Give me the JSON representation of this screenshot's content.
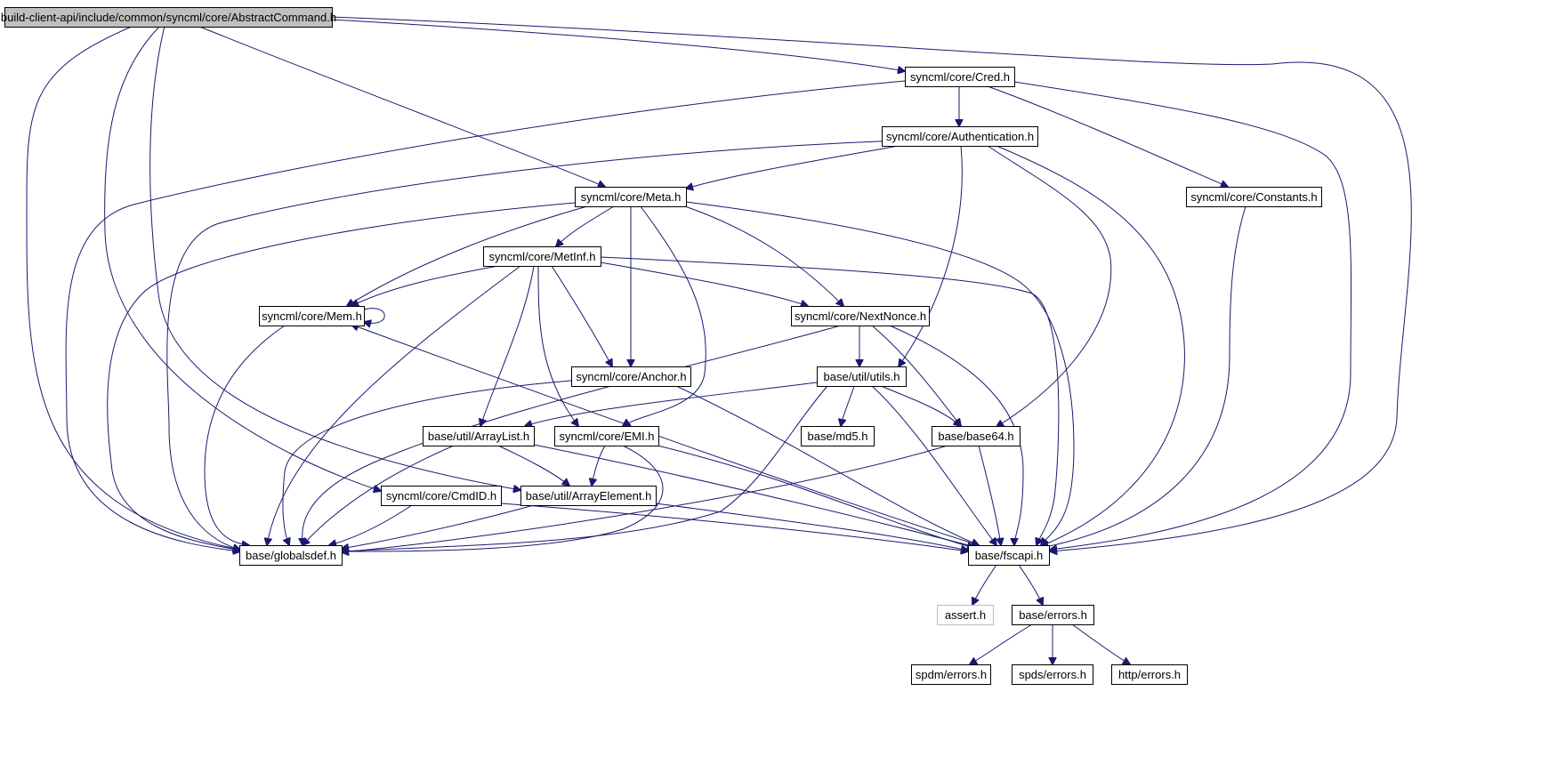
{
  "diagram": {
    "colors": {
      "edge": "#191970",
      "node_border": "#000000",
      "root_fill": "#bfbfbf",
      "external_border": "#bfbfbf",
      "background": "#ffffff"
    },
    "nodes": [
      {
        "id": "abstract_command",
        "label": "build-client-api/include/common/syncml/core/AbstractCommand.h",
        "kind": "root"
      },
      {
        "id": "cred",
        "label": "syncml/core/Cred.h",
        "kind": "normal"
      },
      {
        "id": "authentication",
        "label": "syncml/core/Authentication.h",
        "kind": "normal"
      },
      {
        "id": "meta",
        "label": "syncml/core/Meta.h",
        "kind": "normal"
      },
      {
        "id": "constants",
        "label": "syncml/core/Constants.h",
        "kind": "normal"
      },
      {
        "id": "metinf",
        "label": "syncml/core/MetInf.h",
        "kind": "normal"
      },
      {
        "id": "mem",
        "label": "syncml/core/Mem.h",
        "kind": "normal"
      },
      {
        "id": "nextnonce",
        "label": "syncml/core/NextNonce.h",
        "kind": "normal"
      },
      {
        "id": "anchor",
        "label": "syncml/core/Anchor.h",
        "kind": "normal"
      },
      {
        "id": "utils",
        "label": "base/util/utils.h",
        "kind": "normal"
      },
      {
        "id": "arraylist",
        "label": "base/util/ArrayList.h",
        "kind": "normal"
      },
      {
        "id": "emi",
        "label": "syncml/core/EMI.h",
        "kind": "normal"
      },
      {
        "id": "md5",
        "label": "base/md5.h",
        "kind": "normal"
      },
      {
        "id": "base64",
        "label": "base/base64.h",
        "kind": "normal"
      },
      {
        "id": "cmdid",
        "label": "syncml/core/CmdID.h",
        "kind": "normal"
      },
      {
        "id": "arrayelement",
        "label": "base/util/ArrayElement.h",
        "kind": "normal"
      },
      {
        "id": "globalsdef",
        "label": "base/globalsdef.h",
        "kind": "normal"
      },
      {
        "id": "fscapi",
        "label": "base/fscapi.h",
        "kind": "normal"
      },
      {
        "id": "assert",
        "label": "assert.h",
        "kind": "external"
      },
      {
        "id": "errors",
        "label": "base/errors.h",
        "kind": "normal"
      },
      {
        "id": "spdm_errors",
        "label": "spdm/errors.h",
        "kind": "normal"
      },
      {
        "id": "spds_errors",
        "label": "spds/errors.h",
        "kind": "normal"
      },
      {
        "id": "http_errors",
        "label": "http/errors.h",
        "kind": "normal"
      }
    ],
    "edges": [
      {
        "from": "abstract_command",
        "to": "cred"
      },
      {
        "from": "abstract_command",
        "to": "meta"
      },
      {
        "from": "abstract_command",
        "to": "fscapi"
      },
      {
        "from": "abstract_command",
        "to": "globalsdef"
      },
      {
        "from": "abstract_command",
        "to": "cmdid"
      },
      {
        "from": "abstract_command",
        "to": "arrayelement"
      },
      {
        "from": "cred",
        "to": "authentication"
      },
      {
        "from": "cred",
        "to": "constants"
      },
      {
        "from": "cred",
        "to": "globalsdef"
      },
      {
        "from": "cred",
        "to": "fscapi"
      },
      {
        "from": "authentication",
        "to": "meta"
      },
      {
        "from": "authentication",
        "to": "utils"
      },
      {
        "from": "authentication",
        "to": "base64"
      },
      {
        "from": "authentication",
        "to": "globalsdef"
      },
      {
        "from": "authentication",
        "to": "fscapi"
      },
      {
        "from": "constants",
        "to": "fscapi"
      },
      {
        "from": "meta",
        "to": "metinf"
      },
      {
        "from": "meta",
        "to": "mem"
      },
      {
        "from": "meta",
        "to": "nextnonce"
      },
      {
        "from": "meta",
        "to": "anchor"
      },
      {
        "from": "meta",
        "to": "emi"
      },
      {
        "from": "meta",
        "to": "globalsdef"
      },
      {
        "from": "meta",
        "to": "fscapi"
      },
      {
        "from": "metinf",
        "to": "mem"
      },
      {
        "from": "metinf",
        "to": "nextnonce"
      },
      {
        "from": "metinf",
        "to": "anchor"
      },
      {
        "from": "metinf",
        "to": "arraylist"
      },
      {
        "from": "metinf",
        "to": "emi"
      },
      {
        "from": "metinf",
        "to": "globalsdef"
      },
      {
        "from": "metinf",
        "to": "fscapi"
      },
      {
        "from": "mem",
        "to": "mem"
      },
      {
        "from": "mem",
        "to": "globalsdef"
      },
      {
        "from": "fscapi",
        "to": "mem"
      },
      {
        "from": "nextnonce",
        "to": "utils"
      },
      {
        "from": "nextnonce",
        "to": "base64"
      },
      {
        "from": "nextnonce",
        "to": "globalsdef"
      },
      {
        "from": "nextnonce",
        "to": "fscapi"
      },
      {
        "from": "anchor",
        "to": "globalsdef"
      },
      {
        "from": "anchor",
        "to": "fscapi"
      },
      {
        "from": "utils",
        "to": "arraylist"
      },
      {
        "from": "utils",
        "to": "md5"
      },
      {
        "from": "utils",
        "to": "base64"
      },
      {
        "from": "utils",
        "to": "globalsdef"
      },
      {
        "from": "utils",
        "to": "fscapi"
      },
      {
        "from": "arraylist",
        "to": "arrayelement"
      },
      {
        "from": "arraylist",
        "to": "globalsdef"
      },
      {
        "from": "arraylist",
        "to": "fscapi"
      },
      {
        "from": "emi",
        "to": "arrayelement"
      },
      {
        "from": "emi",
        "to": "globalsdef"
      },
      {
        "from": "emi",
        "to": "fscapi"
      },
      {
        "from": "base64",
        "to": "fscapi"
      },
      {
        "from": "base64",
        "to": "globalsdef"
      },
      {
        "from": "cmdid",
        "to": "globalsdef"
      },
      {
        "from": "cmdid",
        "to": "fscapi"
      },
      {
        "from": "arrayelement",
        "to": "globalsdef"
      },
      {
        "from": "arrayelement",
        "to": "fscapi"
      },
      {
        "from": "fscapi",
        "to": "assert"
      },
      {
        "from": "fscapi",
        "to": "errors"
      },
      {
        "from": "errors",
        "to": "spdm_errors"
      },
      {
        "from": "errors",
        "to": "spds_errors"
      },
      {
        "from": "errors",
        "to": "http_errors"
      }
    ]
  }
}
